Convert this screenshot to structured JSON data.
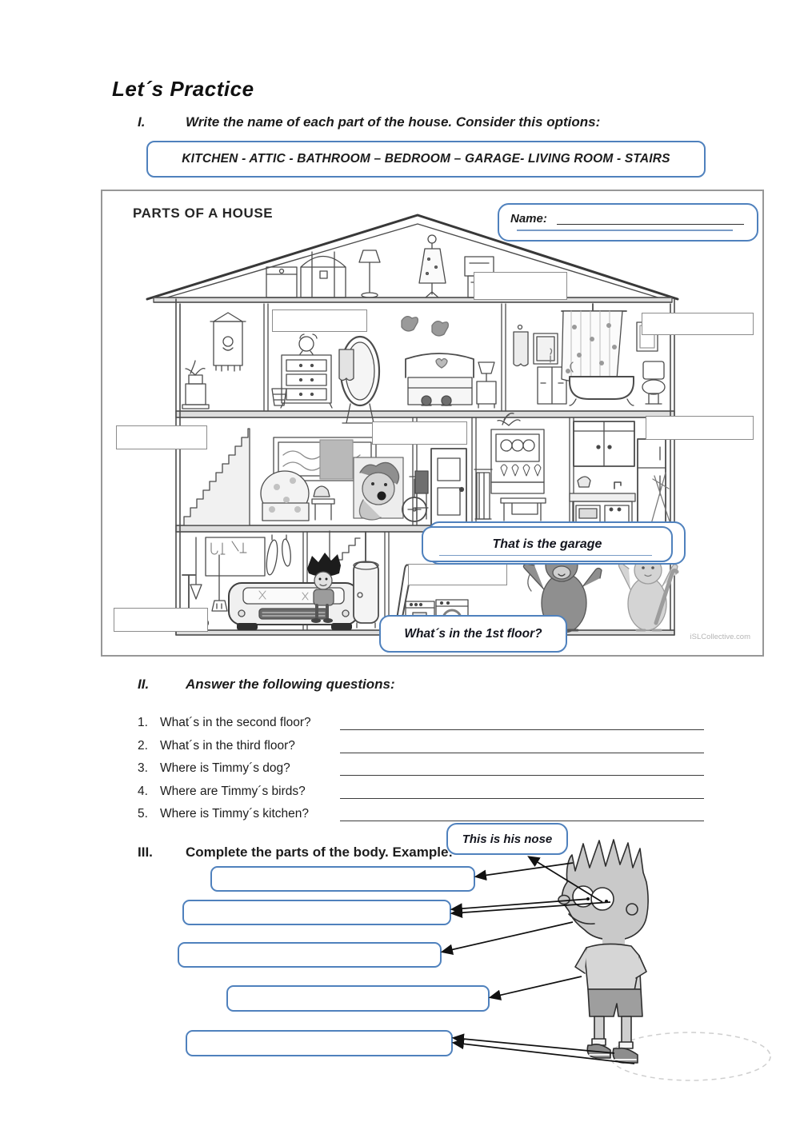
{
  "title": "Let´s Practice",
  "section1": {
    "numeral": "I.",
    "instruction": "Write the name of each part of the house. Consider this options:",
    "options": "KITCHEN  -   ATTIC  - BATHROOM – BEDROOM – GARAGE- LIVING ROOM  - STAIRS"
  },
  "house": {
    "caption": "PARTS OF A HOUSE",
    "name_label": "Name:",
    "garage_bubble": "That is the garage",
    "floor_bubble": "What´s in the 1st floor?",
    "watermark": "iSLCollective.com"
  },
  "section2": {
    "numeral": "II.",
    "instruction": "Answer the following questions:",
    "questions": [
      {
        "num": "1.",
        "text": "What´s in the second floor?"
      },
      {
        "num": "2.",
        "text": "What´s in the third floor?"
      },
      {
        "num": "3.",
        "text": "Where is Timmy´s dog?"
      },
      {
        "num": "4.",
        "text": "Where are Timmy´s birds?"
      },
      {
        "num": "5.",
        "text": "Where is Timmy´s kitchen?"
      }
    ]
  },
  "section3": {
    "numeral": "III.",
    "instruction": "Complete the parts of the body. Example:",
    "example_bubble": "This is his nose"
  },
  "colors": {
    "accent_blue": "#4f81bd",
    "box_border_gray": "#8c8c8c"
  }
}
